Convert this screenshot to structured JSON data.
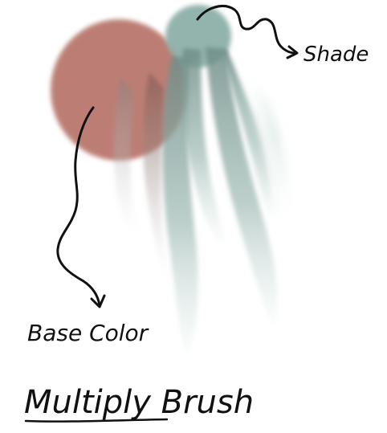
{
  "labels": {
    "shade": "Shade",
    "base_color": "Base Color",
    "title": "Multiply Brush"
  },
  "colors": {
    "base_color": "#b9786d",
    "shade_color": "#8eb0a9",
    "ink": "#111111",
    "background": "#ffffff"
  },
  "icons": {
    "shade_arrow": "curly-arrow-right-icon",
    "base_arrow": "curly-arrow-down-icon"
  }
}
